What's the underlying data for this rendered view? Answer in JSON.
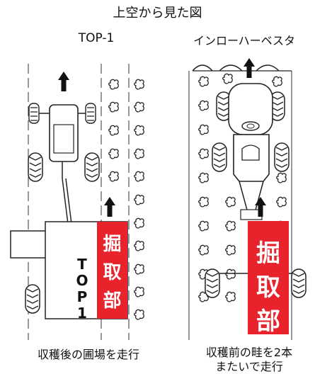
{
  "title": "上空から見た図",
  "left_panel": {
    "heading": "TOP-1",
    "digger_label": [
      "掘",
      "取",
      "部"
    ],
    "machine_label": [
      "T",
      "O",
      "P",
      "1"
    ],
    "caption": "収穫後の圃場を走行",
    "icons": [
      "direction-arrow-icon",
      "tractor-icon",
      "potato-plant-icon"
    ]
  },
  "right_panel": {
    "heading": "インローハーベスタ",
    "digger_label": [
      "掘",
      "取",
      "部"
    ],
    "caption_lines": [
      "収穫前の畦を2本",
      "またいで走行"
    ],
    "icons": [
      "direction-arrow-icon",
      "harvester-icon",
      "potato-plant-icon"
    ]
  },
  "colors": {
    "digger_red": "#e8232c",
    "ink": "#111111",
    "outline": "#222222"
  }
}
